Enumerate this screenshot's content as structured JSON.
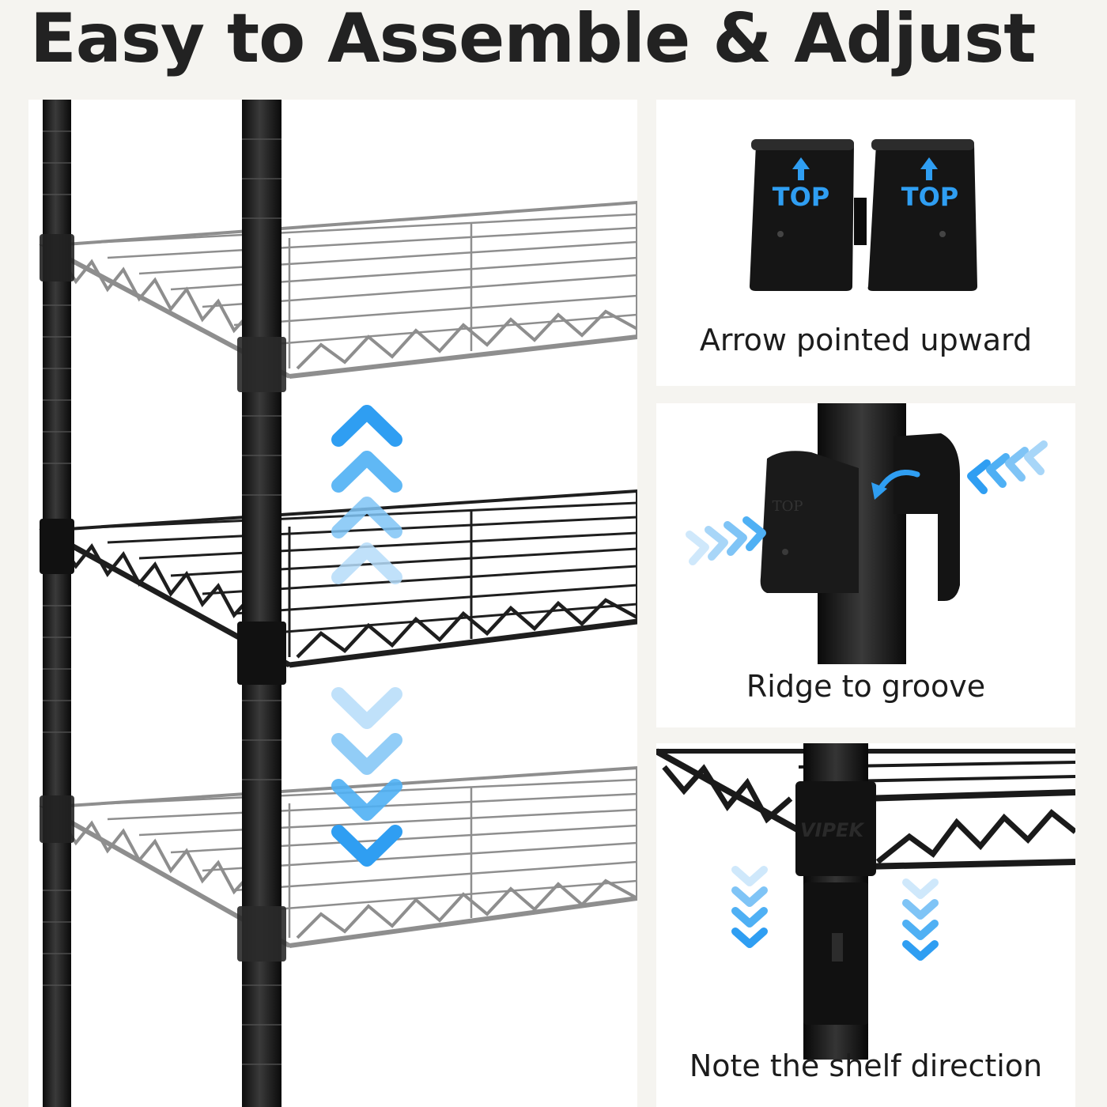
{
  "header": {
    "title": "Easy to Assemble & Adjust"
  },
  "panels": {
    "cap": {
      "top_label": "TOP",
      "caption": "Arrow pointed upward"
    },
    "ridge": {
      "clip_label": "TOP",
      "caption": "Ridge to groove"
    },
    "shelf": {
      "brand_mark": "VIPEK",
      "caption": "Note the shelf direction"
    }
  },
  "colors": {
    "accent_blue": "#2f9ef2",
    "light_blue": "#a8d6f8",
    "metal_dark": "#1a1a1a",
    "metal_gray": "#8a8a8a"
  },
  "icons": [
    "up-chevrons-icon",
    "down-chevrons-icon",
    "right-chevrons-icon",
    "left-chevrons-icon",
    "curved-arrow-icon",
    "up-arrow-icon"
  ]
}
